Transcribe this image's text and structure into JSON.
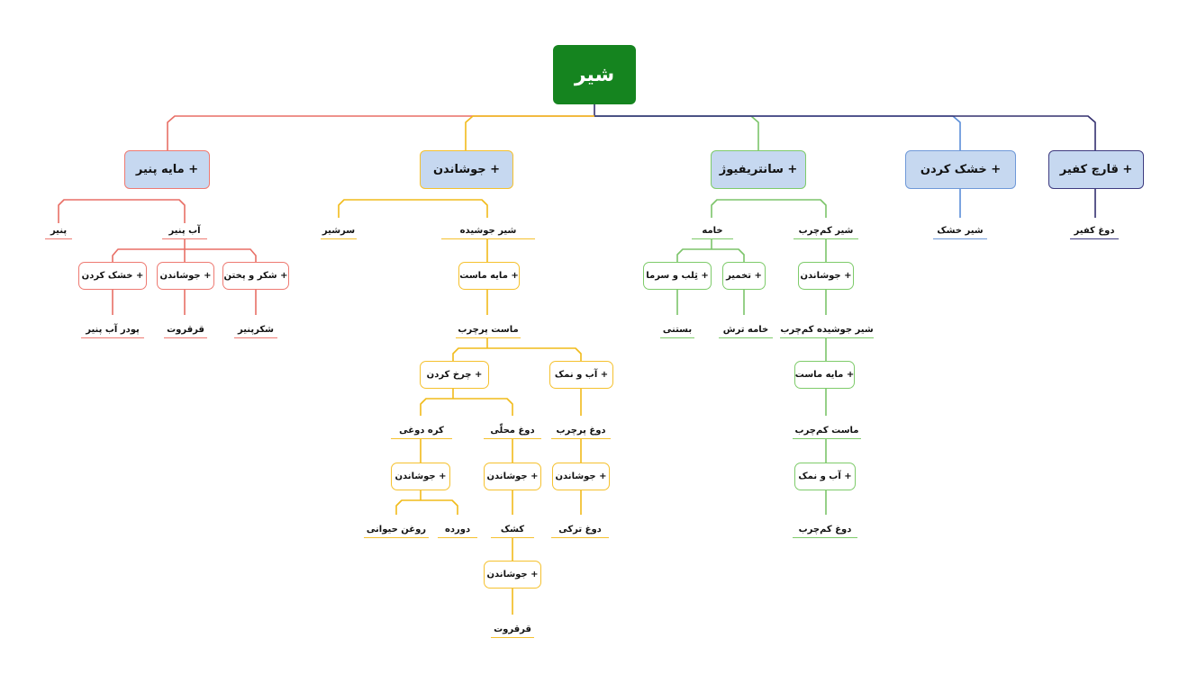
{
  "root": {
    "label": "شیر"
  },
  "colors": {
    "root": "#15841f",
    "red": "#ee7a72",
    "orange": "#f5c12e",
    "green": "#7ecb6a",
    "blue": "#6f99d8",
    "navy": "#3e3b80",
    "category_fill": "#c6d8f0",
    "red_line": "#e86f66",
    "orange_line": "#f1bb1a",
    "green_line": "#7cc46a",
    "blue_line": "#5b8ed8",
    "navy_line": "#34306f"
  },
  "categories": {
    "rennet": "+ مایه پنیر",
    "boiling": "+ جوشاندن",
    "centrifuge": "+ سانتریفیوژ",
    "drying": "+ خشک کردن",
    "kefir": "+ قارچ کفیر"
  },
  "nodes": {
    "cheese": "پنیر",
    "whey": "آب پنیر",
    "whey_dry": "+ خشک کردن",
    "whey_boil": "+ جوشاندن",
    "whey_sugar": "+ شکر و پختن",
    "whey_powder": "پودر آب پنیر",
    "qaraqurut_1": "قرقروت",
    "shekarpanir": "شکرپنیر",
    "sarshir": "سرشیر",
    "boiled_milk": "شیر جوشیده",
    "yogurt_starter": "+ مایه ماست",
    "full_fat_yogurt": "ماست پرچرب",
    "churn": "+ چرخ کردن",
    "water_salt": "+ آب و نمک",
    "doogh_butter": "کره دوغی",
    "local_doogh": "دوغ محلّی",
    "full_fat_doogh": "دوغ پرچرب",
    "butter_boil": "+ جوشاندن",
    "local_boil": "+ جوشاندن",
    "ff_doogh_boil": "+ جوشاندن",
    "animal_fat": "روغن حیوانی",
    "dorde": "دورده",
    "kashk": "کشک",
    "turkish_doogh": "دوغ ترکی",
    "kashk_boil": "+ جوشاندن",
    "qaraqurut_2": "قرقروت",
    "cream": "خامه",
    "skim_milk": "شیر کم‌چرب",
    "cream_stir": "+ ثِلب و سرما",
    "cream_ferment": "+ تخمیر",
    "skim_boil": "+ جوشاندن",
    "bastani": "بستنی",
    "sour_cream": "خامه ترش",
    "skim_boiled": "شیر جوشیده کم‌چرب",
    "skim_starter": "+ مایه ماست",
    "low_fat_yogurt": "ماست کم‌چرب",
    "skim_water_salt": "+ آب و نمک",
    "low_fat_doogh": "دوغ کم‌چرب",
    "dry_milk": "شیر خشک",
    "kefir_doogh": "دوغ کفیر"
  }
}
